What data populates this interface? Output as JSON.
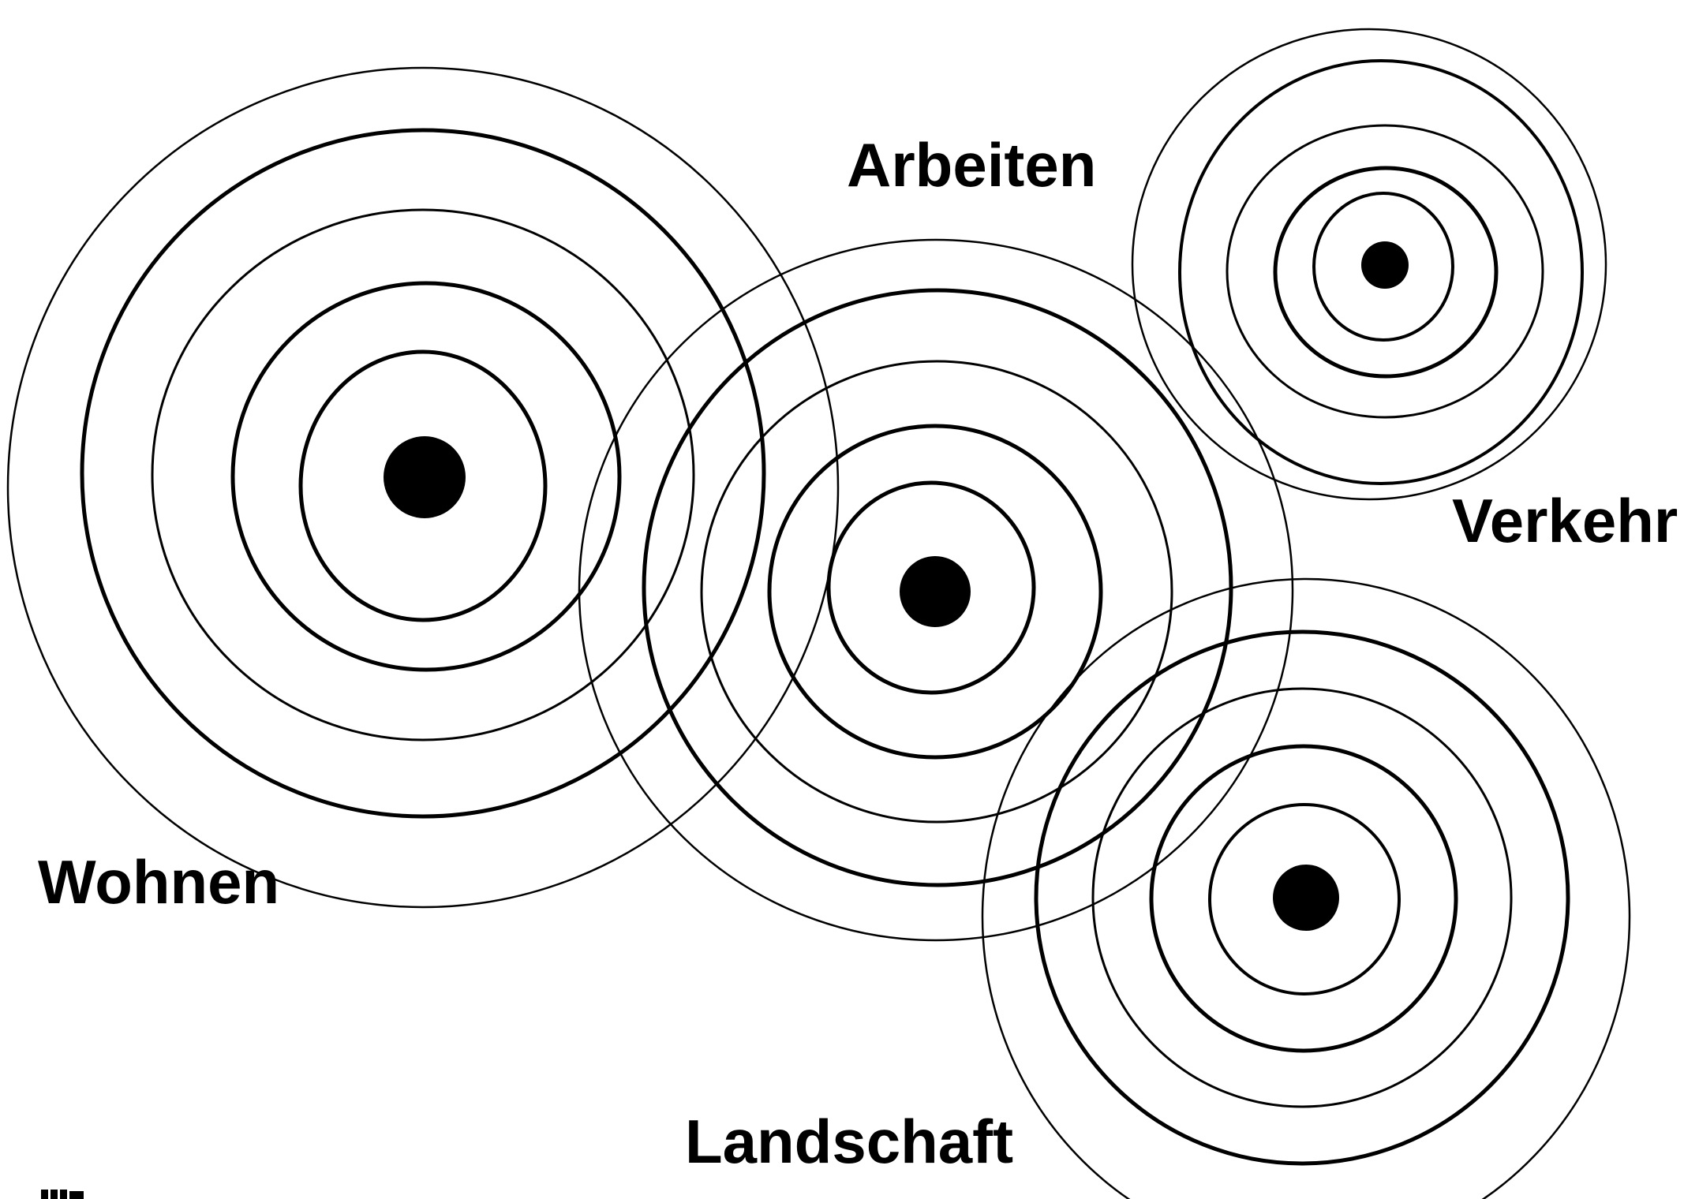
{
  "diagram": {
    "ink_color": "#000000",
    "background_color": "#ffffff",
    "labels": {
      "arbeiten": "Arbeiten",
      "verkehr": "Verkehr",
      "wohnen": "Wohnen",
      "landschaft": "Landschaft"
    }
  }
}
